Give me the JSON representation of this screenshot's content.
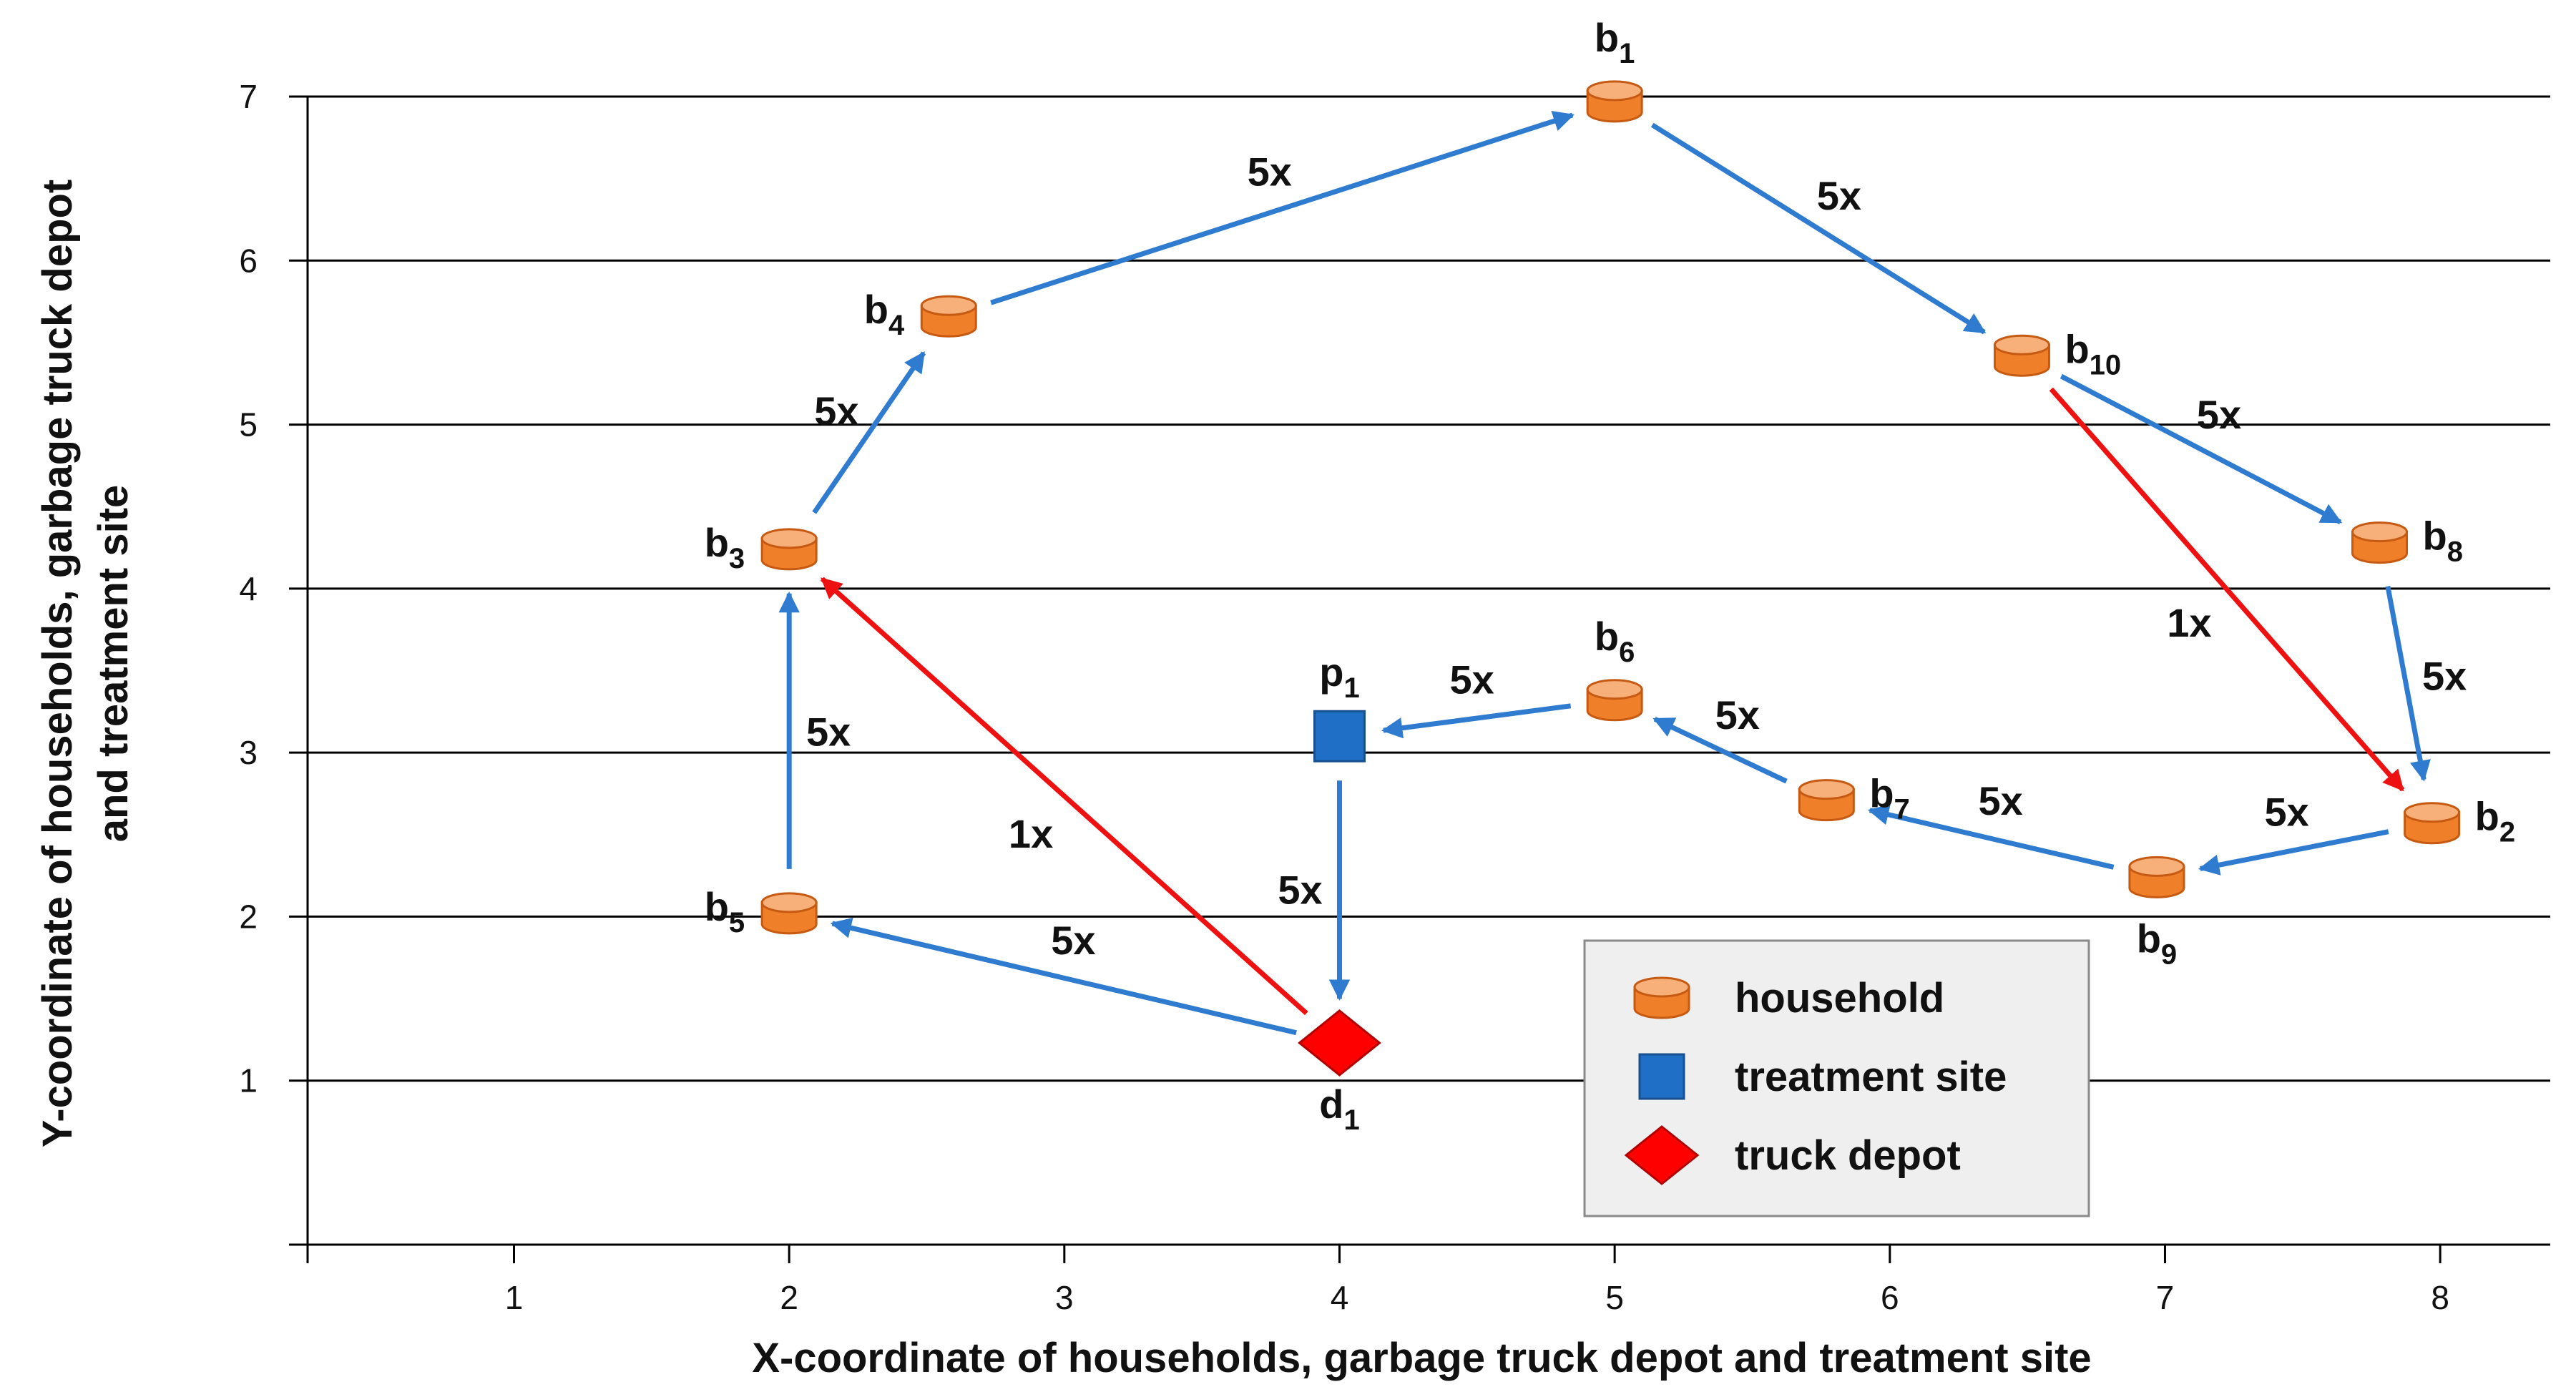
{
  "chart_data": {
    "type": "scatter",
    "xlabel": "X-coordinate of households, garbage truck depot and treatment site",
    "ylabel": [
      "Y-coordinate of households, garbage truck depot",
      "and treatment site"
    ],
    "xlim": [
      0.25,
      8.4
    ],
    "ylim": [
      0,
      7
    ],
    "xticks": [
      1,
      2,
      3,
      4,
      5,
      6,
      7,
      8
    ],
    "yticks": [
      1,
      2,
      3,
      4,
      5,
      6,
      7
    ],
    "grid": "horizontal",
    "legend_position": "bottom-right",
    "colors": {
      "household": "#F07F2A",
      "household_top": "#F8B07A",
      "treatment_site": "#1F6FC6",
      "truck_depot": "#FF0000",
      "route": "#2E7BD0",
      "route_alt": "#EE1111"
    },
    "nodes": [
      {
        "id": "b1",
        "label": "b",
        "sub": "1",
        "kind": "household",
        "x": 5.0,
        "y": 6.97,
        "label_side": "top"
      },
      {
        "id": "b2",
        "label": "b",
        "sub": "2",
        "kind": "household",
        "x": 7.97,
        "y": 2.57,
        "label_side": "right"
      },
      {
        "id": "b3",
        "label": "b",
        "sub": "3",
        "kind": "household",
        "x": 2.0,
        "y": 4.24,
        "label_side": "left"
      },
      {
        "id": "b4",
        "label": "b",
        "sub": "4",
        "kind": "household",
        "x": 2.58,
        "y": 5.66,
        "label_side": "left"
      },
      {
        "id": "b5",
        "label": "b",
        "sub": "5",
        "kind": "household",
        "x": 2.0,
        "y": 2.02,
        "label_side": "left"
      },
      {
        "id": "b6",
        "label": "b",
        "sub": "6",
        "kind": "household",
        "x": 5.0,
        "y": 3.32,
        "label_side": "top"
      },
      {
        "id": "b7",
        "label": "b",
        "sub": "7",
        "kind": "household",
        "x": 5.77,
        "y": 2.71,
        "label_side": "right"
      },
      {
        "id": "b8",
        "label": "b",
        "sub": "8",
        "kind": "household",
        "x": 7.78,
        "y": 4.28,
        "label_side": "right"
      },
      {
        "id": "b9",
        "label": "b",
        "sub": "9",
        "kind": "household",
        "x": 6.97,
        "y": 2.24,
        "label_side": "bottom"
      },
      {
        "id": "b10",
        "label": "b",
        "sub": "10",
        "kind": "household",
        "x": 6.48,
        "y": 5.42,
        "label_side": "right"
      },
      {
        "id": "p1",
        "label": "p",
        "sub": "1",
        "kind": "treatment_site",
        "x": 4.0,
        "y": 3.1,
        "label_side": "top"
      },
      {
        "id": "d1",
        "label": "d",
        "sub": "1",
        "kind": "truck_depot",
        "x": 4.0,
        "y": 1.23,
        "label_side": "bottom"
      }
    ],
    "edges": [
      {
        "from": "d1",
        "to": "b5",
        "label": "5x",
        "color": "route"
      },
      {
        "from": "b5",
        "to": "b3",
        "label": "5x",
        "color": "route"
      },
      {
        "from": "b3",
        "to": "b4",
        "label": "5x",
        "color": "route"
      },
      {
        "from": "b4",
        "to": "b1",
        "label": "5x",
        "color": "route"
      },
      {
        "from": "b1",
        "to": "b10",
        "label": "5x",
        "color": "route"
      },
      {
        "from": "b10",
        "to": "b8",
        "label": "5x",
        "color": "route"
      },
      {
        "from": "b8",
        "to": "b2",
        "label": "5x",
        "color": "route"
      },
      {
        "from": "b2",
        "to": "b9",
        "label": "5x",
        "color": "route"
      },
      {
        "from": "b9",
        "to": "b7",
        "label": "5x",
        "color": "route"
      },
      {
        "from": "b7",
        "to": "b6",
        "label": "5x",
        "color": "route"
      },
      {
        "from": "b6",
        "to": "p1",
        "label": "5x",
        "color": "route"
      },
      {
        "from": "p1",
        "to": "d1",
        "label": "5x",
        "color": "route"
      },
      {
        "from": "d1",
        "to": "b3",
        "label": "1x",
        "color": "route_alt"
      },
      {
        "from": "b10",
        "to": "b2",
        "label": "1x",
        "color": "route_alt"
      }
    ],
    "legend": [
      {
        "kind": "household",
        "label": "household"
      },
      {
        "kind": "treatment_site",
        "label": "treatment site"
      },
      {
        "kind": "truck_depot",
        "label": "truck depot"
      }
    ]
  }
}
